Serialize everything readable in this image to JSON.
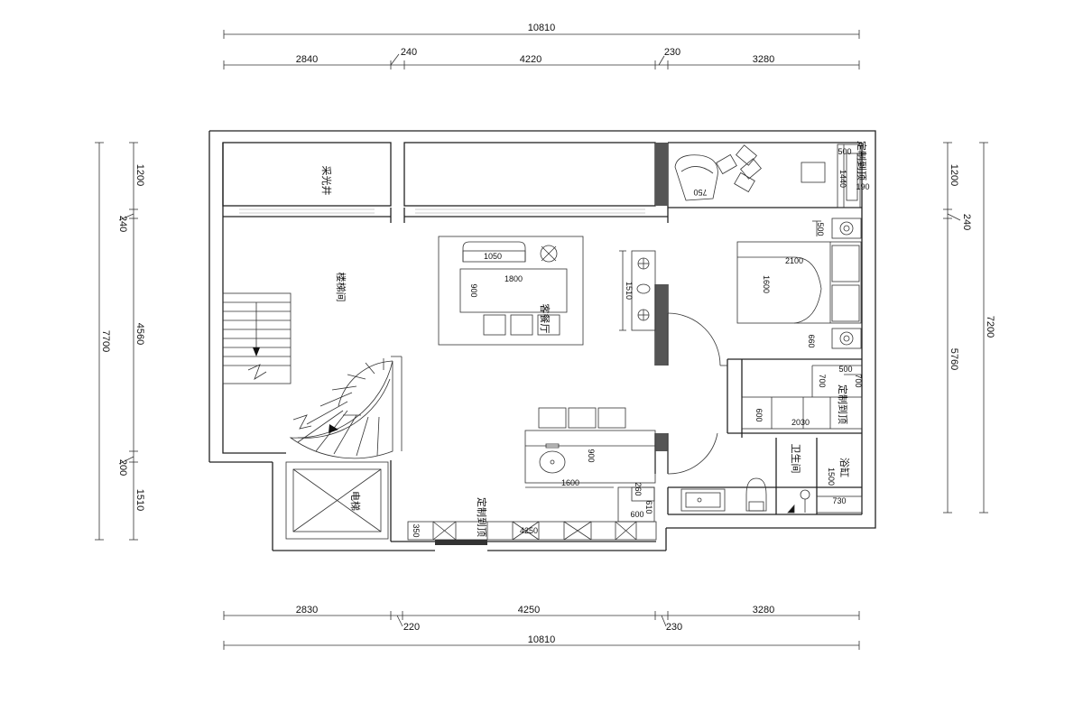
{
  "dims": {
    "top_total": "10810",
    "top_a": "2840",
    "top_b": "240",
    "top_c": "4220",
    "top_d": "230",
    "top_e": "3280",
    "bottom_a": "2830",
    "bottom_b": "220",
    "bottom_c": "4250",
    "bottom_d": "230",
    "bottom_e": "3280",
    "bottom_total": "10810",
    "left_total": "7700",
    "left_a": "1200",
    "left_b": "240",
    "left_c": "4560",
    "left_d": "200",
    "left_e": "1510",
    "right_total": "7200",
    "right_a": "1200",
    "right_b": "240",
    "right_c": "5760"
  },
  "rooms": {
    "lightwell": "采光井",
    "stairwell": "楼梯间",
    "living": "客餐厅",
    "elevator": "电梯",
    "bathroom": "卫生间",
    "bathtub": "浴缸",
    "custom_top": "定制到顶",
    "custom_mid": "定制到顶",
    "custom_bottom": "定制到顶"
  },
  "annotations": {
    "a1050": "1050",
    "a1800": "1800",
    "a900": "900",
    "a1510": "1510",
    "a750": "750",
    "a500": "500",
    "a1440": "1440",
    "a190": "190",
    "a2100": "2100",
    "a1600": "1600",
    "a500b": "500",
    "a660": "660",
    "a500c": "500",
    "a700": "700",
    "a600": "600",
    "a2030": "2030",
    "a700b": "700",
    "a900b": "900",
    "a1600b": "1600",
    "a260": "260",
    "a610": "610",
    "a600b": "600",
    "a350": "350",
    "a4250": "4250",
    "a1500": "1500",
    "a730": "730"
  }
}
